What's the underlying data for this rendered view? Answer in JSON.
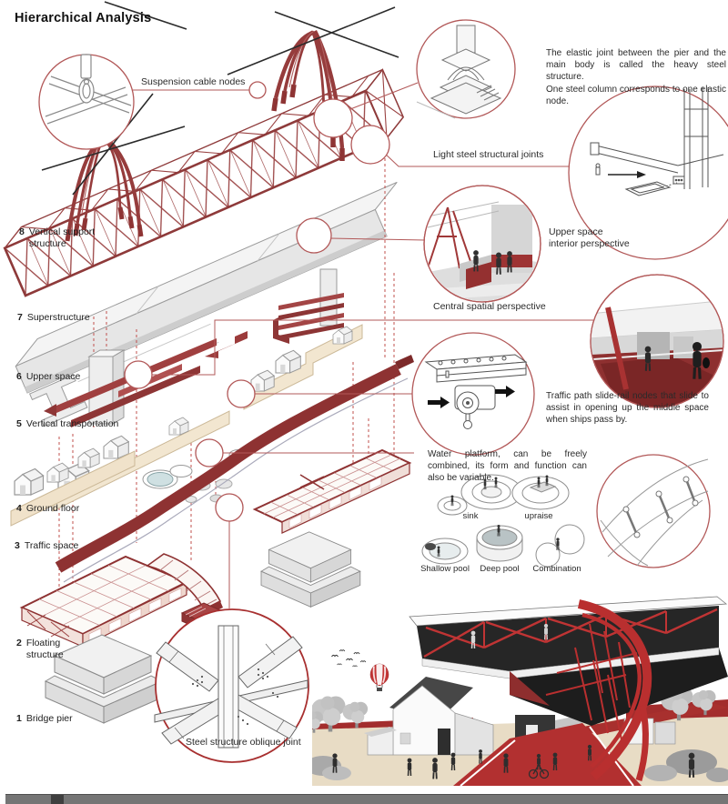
{
  "title": "Hierarchical Analysis",
  "colors": {
    "structure_red": "#993c3c",
    "dark_red": "#8e3232",
    "callout_red": "#b25858",
    "platform_tan": "#f2e6d0",
    "render_red": "#b92f2f"
  },
  "layer_labels": [
    {
      "num": "8",
      "label": "Vertical support structure"
    },
    {
      "num": "7",
      "label": "Superstructure"
    },
    {
      "num": "6",
      "label": "Upper space"
    },
    {
      "num": "5",
      "label": "Vertical transportation"
    },
    {
      "num": "4",
      "label": "Ground floor"
    },
    {
      "num": "3",
      "label": "Traffic space"
    },
    {
      "num": "2",
      "label": "Floating structure"
    },
    {
      "num": "1",
      "label": "Bridge pier"
    }
  ],
  "annotations": {
    "suspension_cable_nodes": "Suspension cable nodes",
    "elastic_joint_note": "The elastic joint between the pier and the main body is called the heavy steel structure.\nOne steel column corresponds to one elastic node.",
    "light_steel_joints": "Light steel structural joints",
    "upper_space_perspective": "Upper space\ninterior perspective",
    "central_spatial_perspective": "Central spatial perspective",
    "slide_rail_note": "Traffic path slide-rail nodes that slide to assist in opening up the middle space when ships pass by.",
    "water_platform_note": "Water platform, can be freely combined, its form and function can also be variable.",
    "steel_oblique_joint": "Steel structure oblique joint"
  },
  "water_platform_modes": [
    "sink",
    "upraise",
    "Shallow pool",
    "Deep pool",
    "Combination"
  ]
}
